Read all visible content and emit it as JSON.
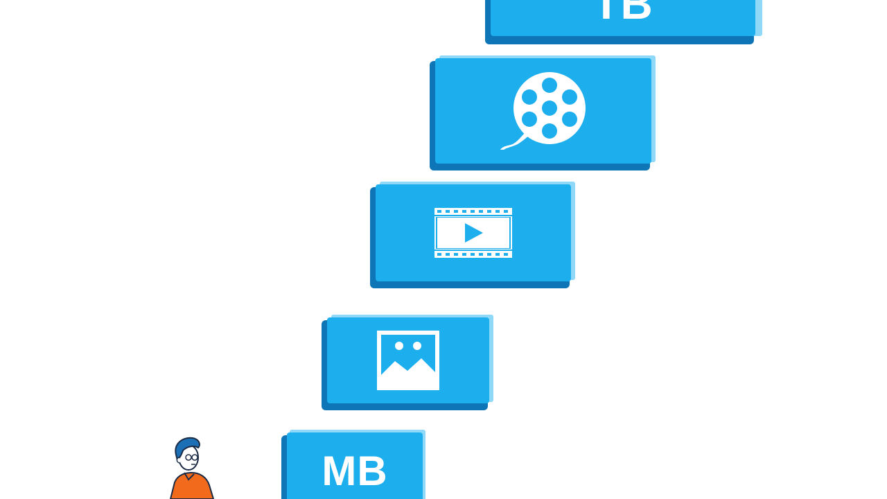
{
  "colors": {
    "face": "#1daeee",
    "shadow": "#0e75b6",
    "highlight": "#8fd8f8",
    "icon": "#ffffff",
    "person_shirt": "#f26b1d",
    "person_hair": "#1d6fb5"
  },
  "steps": [
    {
      "kind": "label",
      "label": "MB",
      "icon": ""
    },
    {
      "kind": "icon",
      "label": "",
      "icon": "image-icon"
    },
    {
      "kind": "icon",
      "label": "",
      "icon": "video-play-icon"
    },
    {
      "kind": "icon",
      "label": "",
      "icon": "film-reel-icon"
    },
    {
      "kind": "label",
      "label": "TB",
      "icon": ""
    }
  ],
  "person": {
    "icon": "person-illustration"
  }
}
